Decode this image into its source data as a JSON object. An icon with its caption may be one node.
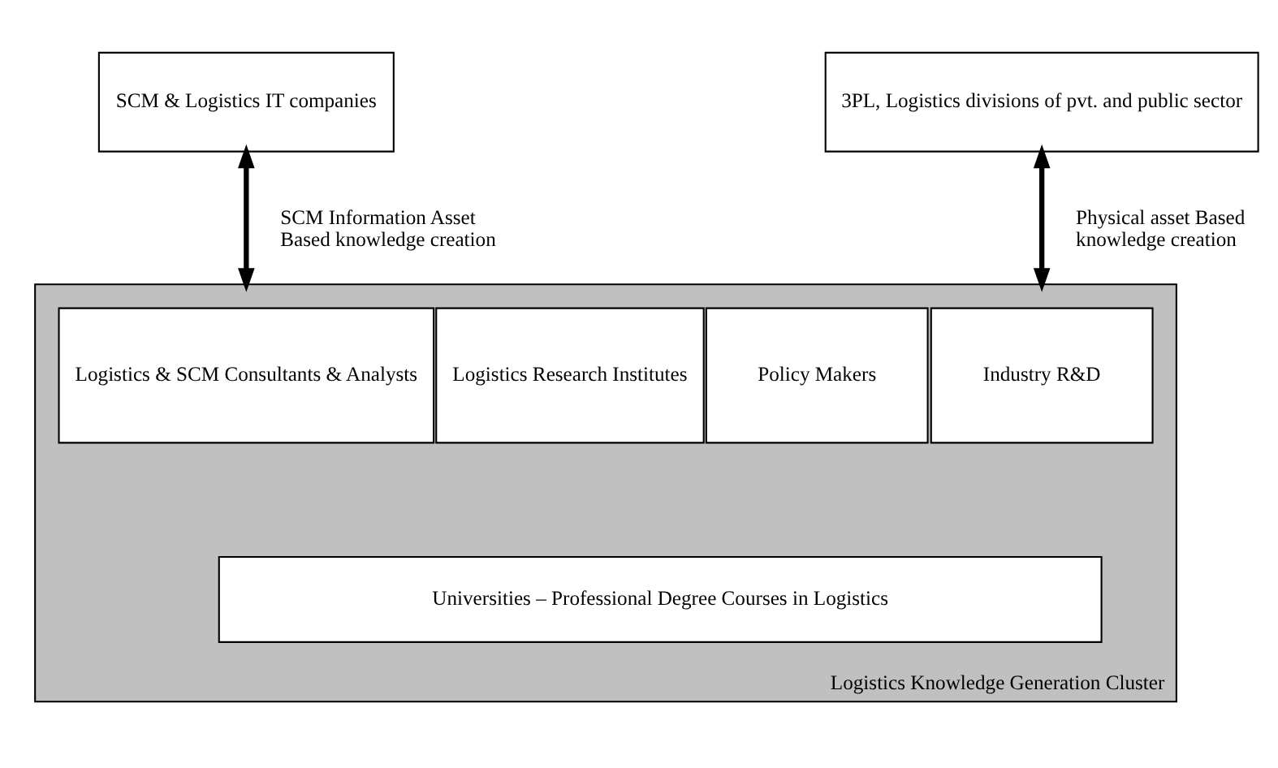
{
  "diagram": {
    "nodes": [
      {
        "text": [
          "SCM & Logistics IT companies"
        ]
      },
      {
        "text": [
          "3PL, Logistics divisions of pvt. and public sector"
        ]
      },
      {
        "text": [
          "Logistics Knowledge Generation Cluster"
        ]
      },
      {
        "text": [
          "Logistics & SCM Consultants & Analysts"
        ],
        "in": 2
      },
      {
        "text": [
          "Logistics Research Institutes"
        ],
        "in": 2
      },
      {
        "text": [
          "Policy Makers"
        ],
        "in": 2
      },
      {
        "text": [
          "Industry R&D"
        ],
        "in": 2
      },
      {
        "text": [
          "Universities – Professional Degree Courses in Logistics"
        ],
        "in": 2
      }
    ],
    "edges": [
      {
        "from": 0,
        "to": 2,
        "arrow": "both",
        "label": "SCM Information Asset Based knowledge creation"
      },
      {
        "from": 1,
        "to": 2,
        "arrow": "both",
        "label": "Physical asset Based knowledge creation"
      }
    ]
  }
}
